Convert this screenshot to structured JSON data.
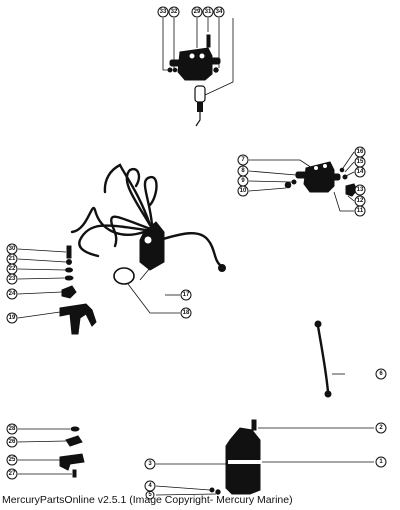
{
  "caption": "MercuryPartsOnline v2.5.1 (Image Copyright- Mercury Marine)",
  "callouts": [
    "33",
    "32",
    "29",
    "31",
    "34",
    "7",
    "8",
    "9",
    "10",
    "16",
    "15",
    "14",
    "13",
    "12",
    "11",
    "30",
    "21",
    "22",
    "23",
    "24",
    "19",
    "17",
    "18",
    "6",
    "28",
    "26",
    "25",
    "27",
    "4",
    "5",
    "3",
    "2",
    "1"
  ]
}
